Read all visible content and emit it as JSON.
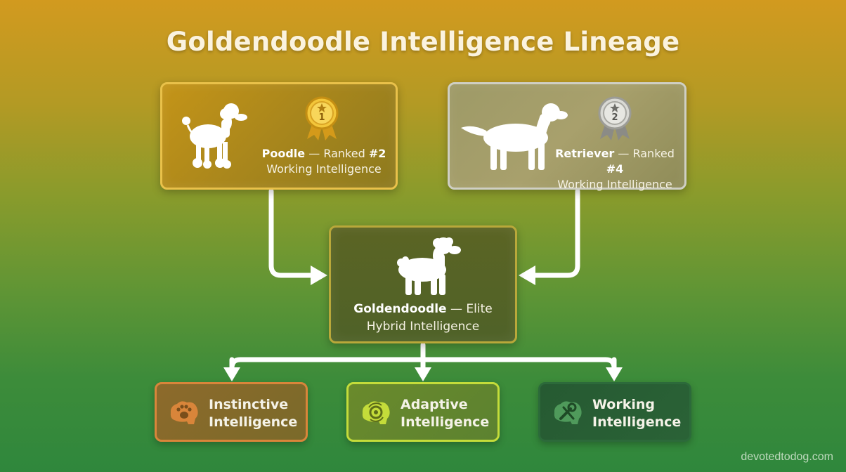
{
  "title": "Goldendoodle Intelligence Lineage",
  "parents": [
    {
      "breed": "Poodle",
      "rank_text": " — Ranked ",
      "rank": "#2",
      "subtitle": "Working Intelligence",
      "medal_number": "1"
    },
    {
      "breed": "Retriever",
      "rank_text": " — Ranked ",
      "rank": "#4",
      "subtitle": "Working Intelligence",
      "medal_number": "2"
    }
  ],
  "offspring": {
    "breed": "Goldendoodle",
    "rank_text": " — Elite",
    "subtitle": "Hybrid Intelligence"
  },
  "types": [
    {
      "line1": "Instinctive",
      "line2": "Intelligence",
      "icon": "brain-paw-icon"
    },
    {
      "line1": "Adaptive",
      "line2": "Intelligence",
      "icon": "brain-gears-icon"
    },
    {
      "line1": "Working",
      "line2": "Intelligence",
      "icon": "brain-wrench-icon"
    }
  ],
  "watermark": "devotedtodog.com",
  "colors": {
    "gold": "#e9c14a",
    "silver": "#cfcfc4",
    "instinctive": "#d9853a",
    "adaptive": "#c4dc3a",
    "working": "#2c6a3a"
  }
}
